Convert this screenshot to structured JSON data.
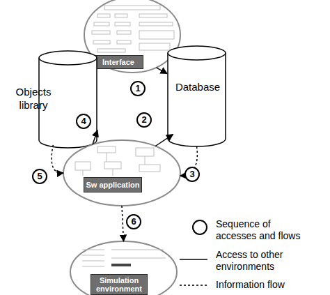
{
  "diagram": {
    "nodes": [
      {
        "text": [
          "Interface"
        ]
      },
      {
        "text": [
          "Objects library"
        ]
      },
      {
        "text": [
          "Database"
        ]
      },
      {
        "text": [
          "Sw application"
        ]
      },
      {
        "text": [
          "Simulation environment"
        ]
      }
    ],
    "edges": [
      {
        "from": 0,
        "to": 2,
        "arrow": "to",
        "label": "1"
      },
      {
        "from": 3,
        "to": 2,
        "arrow": "to",
        "label": "2"
      },
      {
        "from": 2,
        "to": 3,
        "arrow": "to",
        "label": "3"
      },
      {
        "from": 3,
        "to": 1,
        "arrow": "to",
        "label": "4"
      },
      {
        "from": 1,
        "to": 3,
        "arrow": "to",
        "label": "5"
      },
      {
        "from": 3,
        "to": 4,
        "arrow": "to",
        "label": "6"
      }
    ],
    "legend": [
      {
        "text": "Sequence of accesses and flows"
      },
      {
        "text": "Access to other environments"
      },
      {
        "text": "Information flow"
      }
    ]
  }
}
